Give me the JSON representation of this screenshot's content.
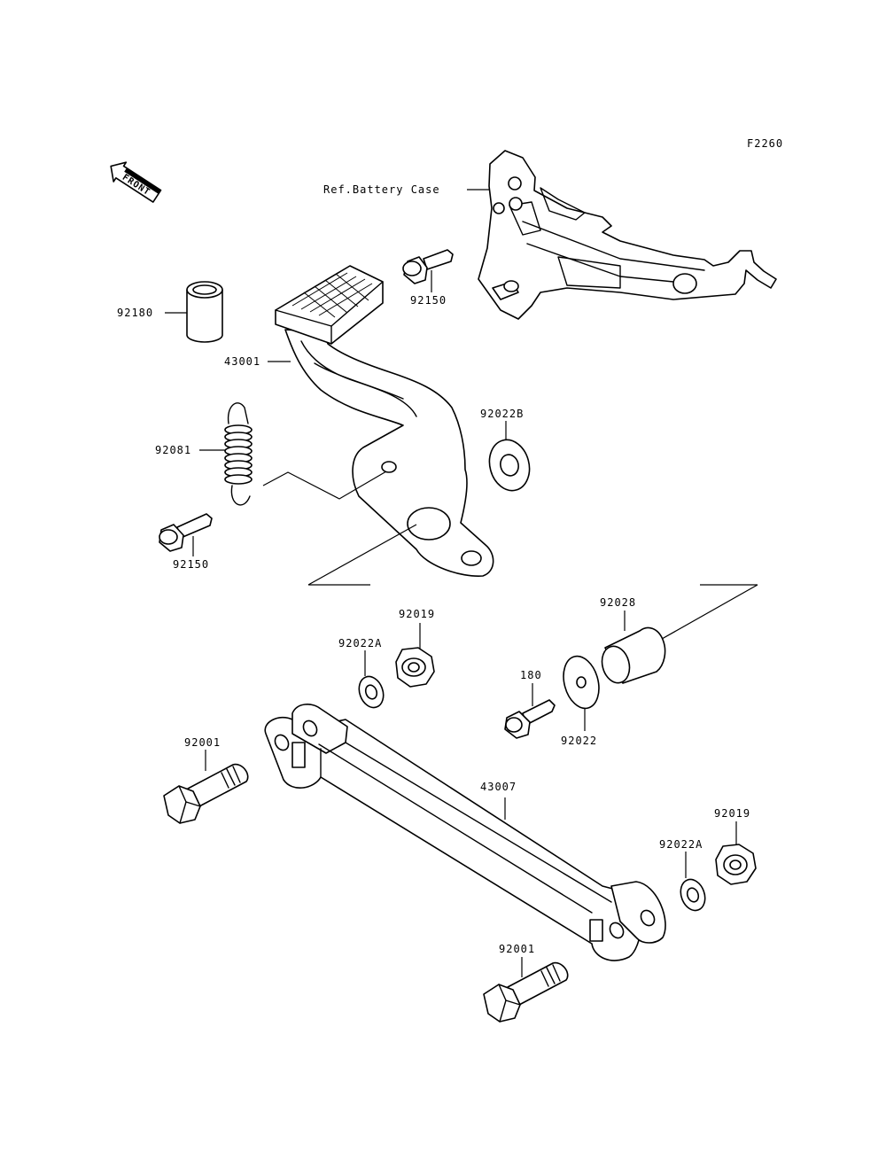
{
  "figure_code": "F2260",
  "front_label": "FRONT",
  "reference": "Ref.Battery Case",
  "parts": {
    "spacer_92180": "92180",
    "bolt_92150_top": "92150",
    "pedal_43001": "43001",
    "washer_92022B": "92022B",
    "spring_92081": "92081",
    "bolt_92150_left": "92150",
    "nut_92019_top": "92019",
    "washer_92022A_top": "92022A",
    "collar_92028": "92028",
    "bolt_180": "180",
    "washer_92022": "92022",
    "bolt_92001_left": "92001",
    "rod_43007": "43007",
    "nut_92019_right": "92019",
    "washer_92022A_right": "92022A",
    "bolt_92001_bottom": "92001"
  }
}
